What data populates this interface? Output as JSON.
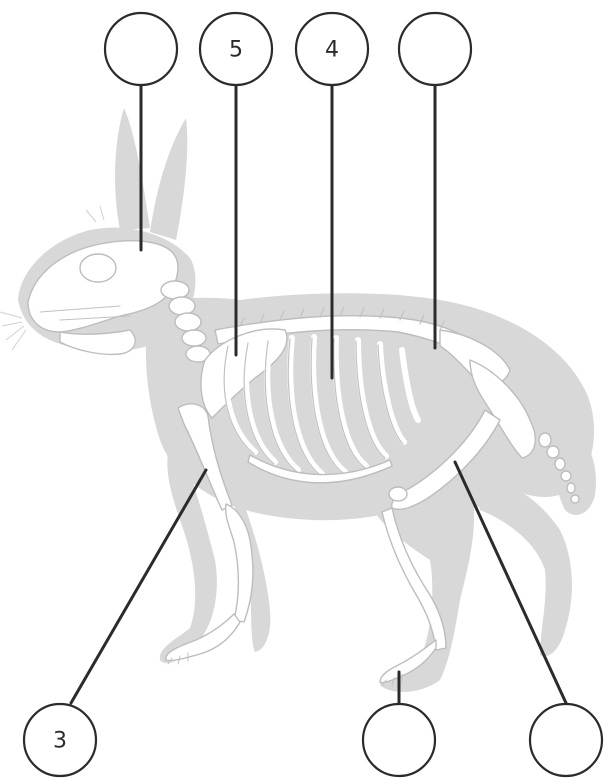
{
  "callouts": [
    {
      "id": "skull",
      "number": ""
    },
    {
      "id": "scapula",
      "number": "5"
    },
    {
      "id": "ribs",
      "number": "4"
    },
    {
      "id": "spine",
      "number": ""
    },
    {
      "id": "forelimb",
      "number": "3"
    },
    {
      "id": "hind-foot",
      "number": ""
    },
    {
      "id": "hind-limb",
      "number": ""
    }
  ]
}
